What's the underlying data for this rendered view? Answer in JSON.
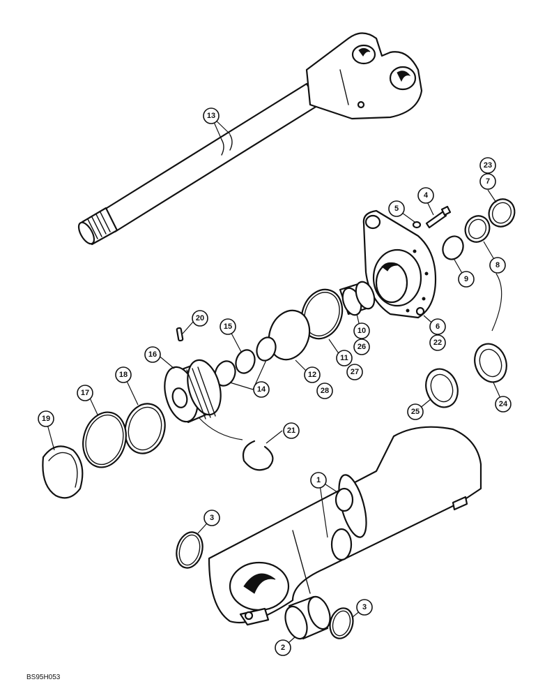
{
  "figure": {
    "reference_code": "BS95H053"
  },
  "callouts": [
    {
      "id": "c13",
      "label": "13"
    },
    {
      "id": "c23",
      "label": "23"
    },
    {
      "id": "c7",
      "label": "7"
    },
    {
      "id": "c4",
      "label": "4"
    },
    {
      "id": "c5",
      "label": "5"
    },
    {
      "id": "c9",
      "label": "9"
    },
    {
      "id": "c8",
      "label": "8"
    },
    {
      "id": "c10",
      "label": "10"
    },
    {
      "id": "c26",
      "label": "26"
    },
    {
      "id": "c6",
      "label": "6"
    },
    {
      "id": "c22",
      "label": "22"
    },
    {
      "id": "c11",
      "label": "11"
    },
    {
      "id": "c27",
      "label": "27"
    },
    {
      "id": "c12",
      "label": "12"
    },
    {
      "id": "c28",
      "label": "28"
    },
    {
      "id": "c20",
      "label": "20"
    },
    {
      "id": "c15",
      "label": "15"
    },
    {
      "id": "c14",
      "label": "14"
    },
    {
      "id": "c16",
      "label": "16"
    },
    {
      "id": "c18",
      "label": "18"
    },
    {
      "id": "c17",
      "label": "17"
    },
    {
      "id": "c19",
      "label": "19"
    },
    {
      "id": "c21",
      "label": "21"
    },
    {
      "id": "c24",
      "label": "24"
    },
    {
      "id": "c25",
      "label": "25"
    },
    {
      "id": "c1",
      "label": "1"
    },
    {
      "id": "c3a",
      "label": "3"
    },
    {
      "id": "c3b",
      "label": "3"
    },
    {
      "id": "c2",
      "label": "2"
    }
  ]
}
